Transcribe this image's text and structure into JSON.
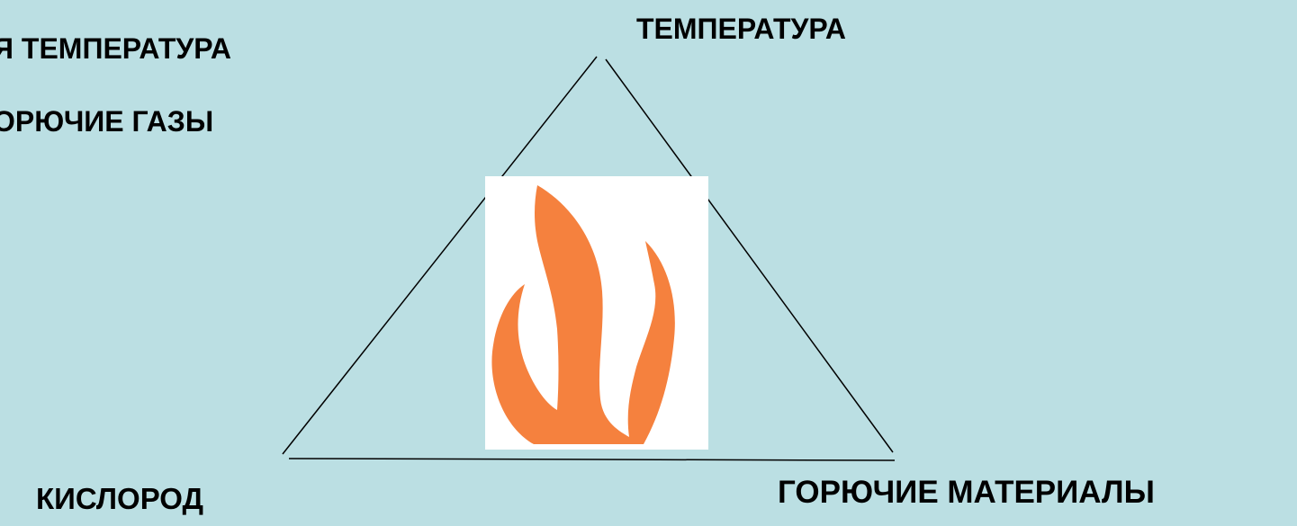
{
  "diagram": {
    "vertices": {
      "top": "ТЕМПЕРАТУРА",
      "bottom_left": "КИСЛОРОД",
      "bottom_right": "ГОРЮЧИЕ МАТЕРИАЛЫ"
    },
    "side_notes": [
      "Я ТЕМПЕРАТУРА",
      "ОРЮЧИЕ ГАЗЫ"
    ],
    "center_icon": "flame-icon"
  },
  "colors": {
    "background": "#bbdfe3",
    "line": "#000000",
    "flame": "#f5813e",
    "icon_background": "#ffffff"
  }
}
